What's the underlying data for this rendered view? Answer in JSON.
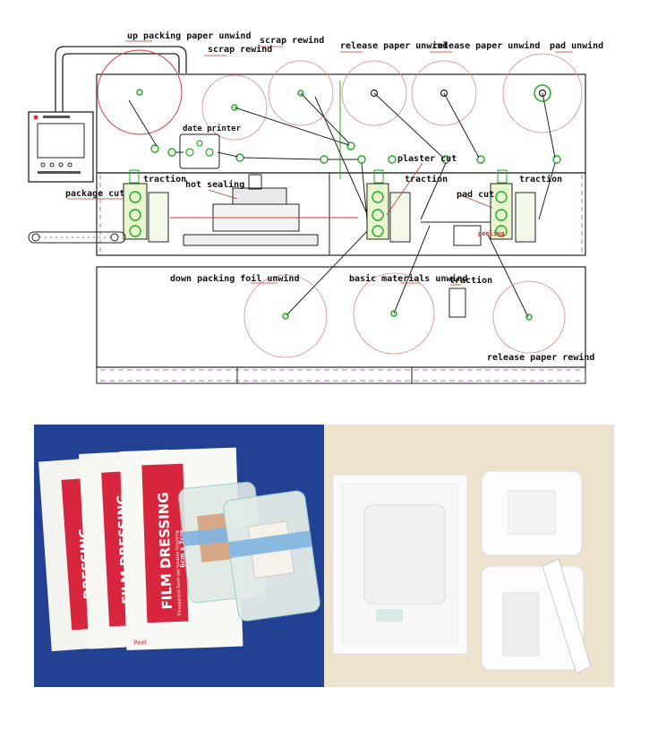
{
  "diagram": {
    "labels": {
      "up_packing_paper_unwind": "up packing paper unwind",
      "scrap_rewind_1": "scrap rewind",
      "scrap_rewind_2": "scrap rewind",
      "release_paper_unwind_1": "release paper unwind",
      "release_paper_unwind_2": "release paper unwind",
      "pad_unwind": "pad unwind",
      "date_printer": "date printer",
      "traction_1": "traction",
      "traction_2": "traction",
      "traction_3": "traction",
      "traction_4": "traction",
      "package_cut": "package cut",
      "hot_sealing": "hot sealing",
      "plaster_cut": "plaster cut",
      "pad_cut": "pad cut",
      "peeling": "peeling",
      "down_packing_foil_unwind": "down packing foil unwind",
      "basic_materials_unwind": "basic materials unwind",
      "release_paper_rewind": "release paper rewind"
    }
  },
  "photo_left": {
    "pack_title": "FILM DRESSING",
    "pack_title_partial_1": "DRESSING",
    "pack_title_partial_2": "FILM DRESSING",
    "pack_subtitle": "Transparent Semi-permeable Dressing",
    "pack_size": "6cm x 7cm",
    "peel_label": "Peel"
  },
  "colors": {
    "pack_red": "#d7263d",
    "background_blue": "#1f3c8c",
    "machine_green": "#8bd35a",
    "red_roll": "#d04040"
  }
}
